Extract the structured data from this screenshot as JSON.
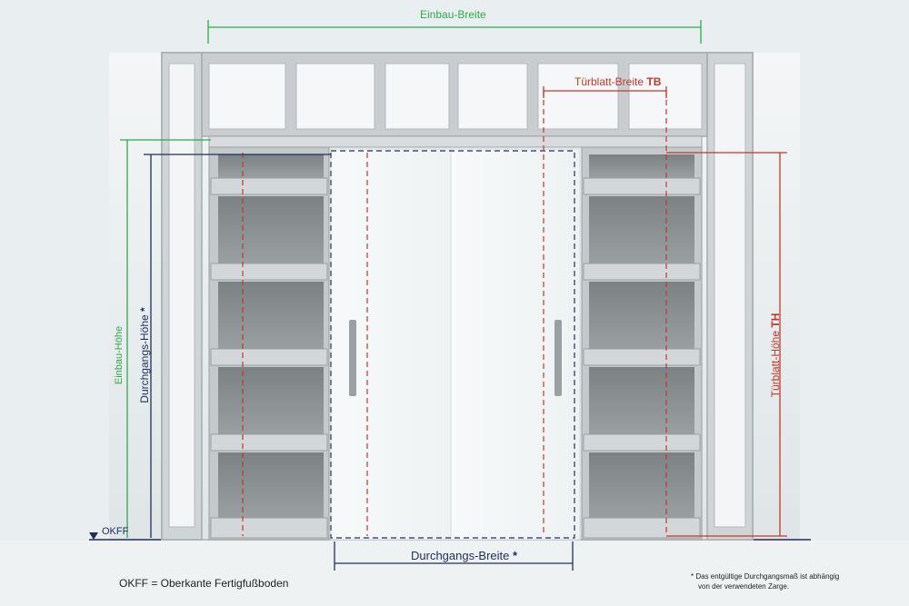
{
  "labels": {
    "einbau_breite": "Einbau-Breite",
    "tuerblatt_breite": "Türblatt-Breite",
    "tuerblatt_breite_abbr": "TB",
    "durchgangs_breite": "Durchgangs-Breite",
    "asterisk": "*",
    "einbau_hoehe": "Einbau-Höhe",
    "durchgangs_hoehe": "Durchgangs-Höhe",
    "tuerblatt_hoehe": "Türblatt-Höhe",
    "tuerblatt_hoehe_abbr": "TH",
    "okff": "OKFF"
  },
  "footnotes": {
    "legend": "OKFF = Oberkante Fertigfußboden",
    "star_line1": "* Das entgültige Durchgangsmaß ist abhängig",
    "star_line2": "von der verwendeten Zarge."
  },
  "colors": {
    "green": "#2fa84f",
    "red": "#c0392b",
    "navy": "#1f2f5c",
    "frame": "#c9cdd0",
    "glass": "#8f9496"
  }
}
